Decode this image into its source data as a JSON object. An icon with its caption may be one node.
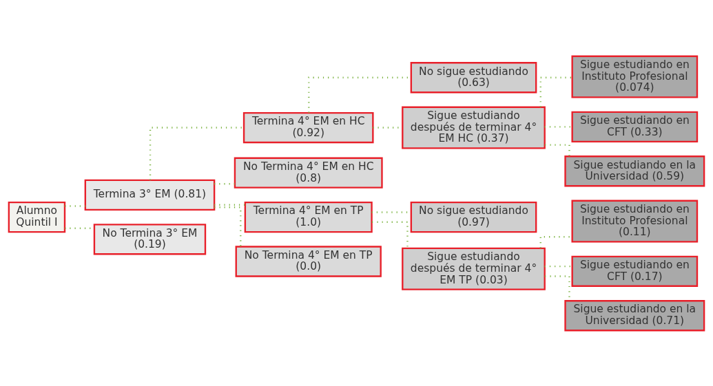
{
  "diagram": {
    "nodes": [
      {
        "text": [
          "Alumno Quintil I"
        ]
      },
      {
        "text": [
          "Termina 3° EM (0.81)"
        ]
      },
      {
        "text": [
          "No Termina 3° EM (0.19)"
        ]
      },
      {
        "text": [
          "Termina 4° EM en HC (0.92)"
        ]
      },
      {
        "text": [
          "No Termina 4° EM en HC (0.8)"
        ]
      },
      {
        "text": [
          "Termina 4° EM en TP (1.0)"
        ]
      },
      {
        "text": [
          "No Termina 4° EM en TP (0.0)"
        ]
      },
      {
        "text": [
          "No sigue estudiando (0.63)"
        ]
      },
      {
        "text": [
          "Sigue estudiando después de terminar 4° EM HC (0.37)"
        ]
      },
      {
        "text": [
          "Sigue estudiando en Instituto Profesional (0.074)"
        ]
      },
      {
        "text": [
          "Sigue estudiando en CFT (0.33)"
        ]
      },
      {
        "text": [
          "Sigue estudiando en la Universidad (0.59)"
        ]
      },
      {
        "text": [
          "No sigue estudiando (0.97)"
        ]
      },
      {
        "text": [
          "Sigue estudiando después de terminar 4° EM TP (0.03)"
        ]
      },
      {
        "text": [
          "Sigue estudiando en Instituto Profesional (0.11)"
        ]
      },
      {
        "text": [
          "Sigue estudiando en CFT (0.17)"
        ]
      },
      {
        "text": [
          "Sigue estudiando en la Universidad (0.71)"
        ]
      }
    ],
    "edges": [
      {
        "from": 0,
        "to": 1,
        "arrow": "none",
        "style": "dashed"
      },
      {
        "from": 0,
        "to": 2,
        "arrow": "none",
        "style": "dashed"
      },
      {
        "from": 1,
        "to": 3,
        "arrow": "none",
        "style": "dashed"
      },
      {
        "from": 1,
        "to": 4,
        "arrow": "none",
        "style": "dashed"
      },
      {
        "from": 1,
        "to": 5,
        "arrow": "none",
        "style": "dashed"
      },
      {
        "from": 1,
        "to": 6,
        "arrow": "none",
        "style": "dashed"
      },
      {
        "from": 3,
        "to": 7,
        "arrow": "none",
        "style": "dashed"
      },
      {
        "from": 3,
        "to": 8,
        "arrow": "none",
        "style": "dashed"
      },
      {
        "from": 8,
        "to": 9,
        "arrow": "none",
        "style": "dashed"
      },
      {
        "from": 8,
        "to": 10,
        "arrow": "none",
        "style": "dashed"
      },
      {
        "from": 8,
        "to": 11,
        "arrow": "none",
        "style": "dashed"
      },
      {
        "from": 5,
        "to": 12,
        "arrow": "none",
        "style": "dashed"
      },
      {
        "from": 5,
        "to": 13,
        "arrow": "none",
        "style": "dashed"
      },
      {
        "from": 13,
        "to": 14,
        "arrow": "none",
        "style": "dashed"
      },
      {
        "from": 13,
        "to": 15,
        "arrow": "none",
        "style": "dashed"
      },
      {
        "from": 13,
        "to": 16,
        "arrow": "none",
        "style": "dashed"
      }
    ]
  }
}
